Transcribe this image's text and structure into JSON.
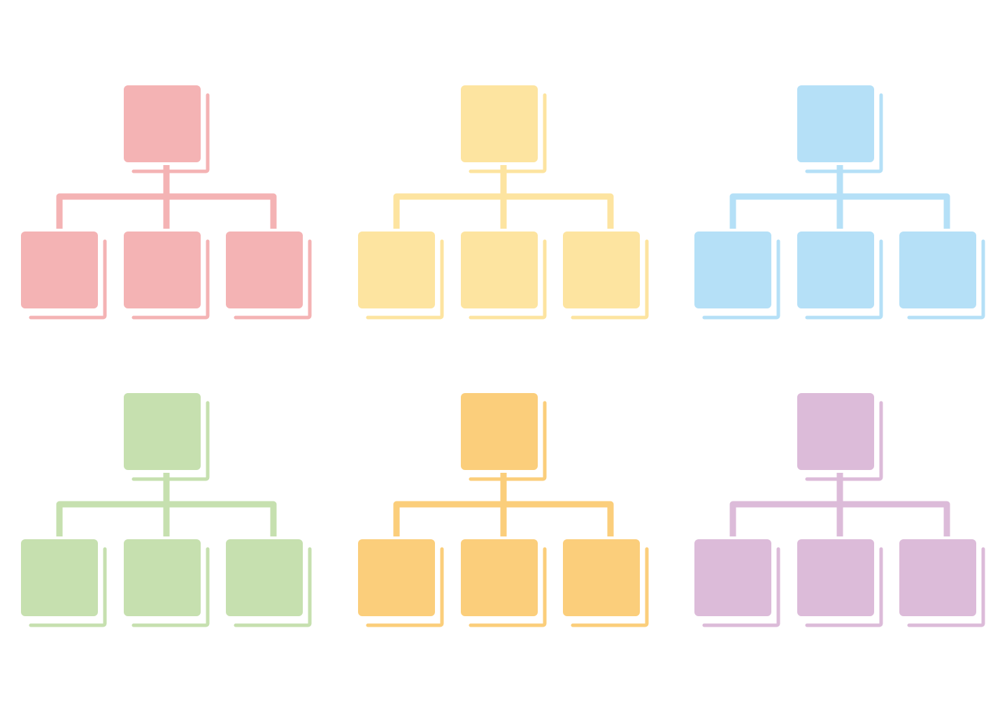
{
  "diagrams": [
    {
      "name": "pink",
      "color": "#F4B3B4"
    },
    {
      "name": "yellow",
      "color": "#FDE4A0"
    },
    {
      "name": "blue",
      "color": "#B5E0F7"
    },
    {
      "name": "green",
      "color": "#C6E0AF"
    },
    {
      "name": "orange",
      "color": "#FBCE7B"
    },
    {
      "name": "purple",
      "color": "#DCBBD9"
    }
  ],
  "structure": {
    "root_count": 1,
    "child_count": 3
  }
}
